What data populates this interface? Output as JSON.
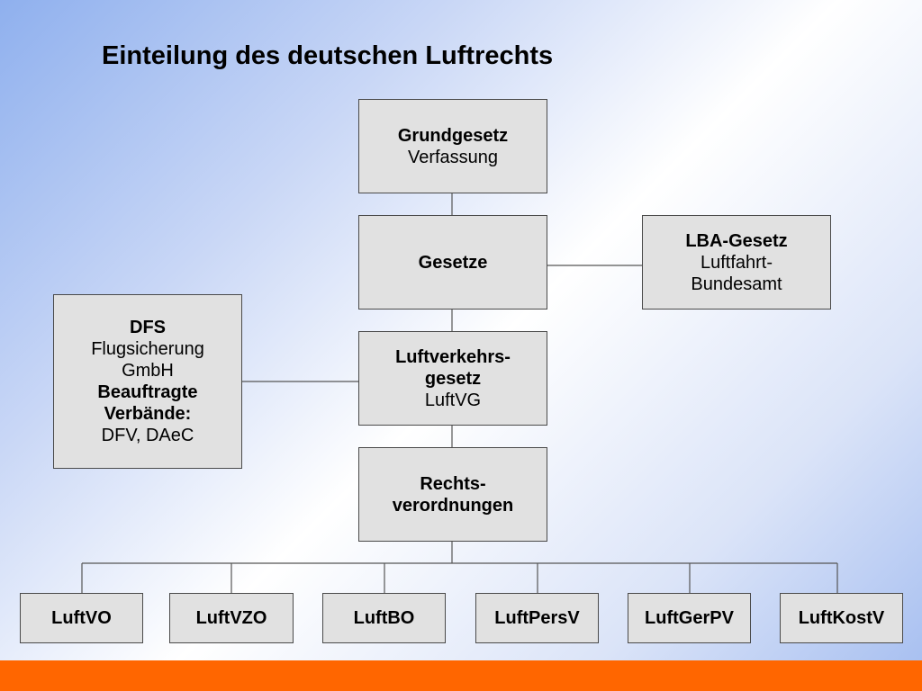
{
  "title": "Einteilung des deutschen Luftrechts",
  "colors": {
    "box_fill": "#e1e1e1",
    "box_border": "#4a4a4a",
    "connector": "#555555",
    "footer_bar": "#ff6600"
  },
  "nodes": {
    "grundgesetz": {
      "heading": "Grundgesetz",
      "text": "Verfassung"
    },
    "gesetze": {
      "heading": "Gesetze"
    },
    "lba": {
      "heading": "LBA-Gesetz",
      "line1": "Luftfahrt-",
      "line2": "Bundesamt"
    },
    "dfs": {
      "heading": "DFS",
      "line1": "Flugsicherung",
      "line2": "GmbH",
      "heading2_line1": "Beauftragte",
      "heading2_line2": "Verbände:",
      "line3": "DFV, DAeC"
    },
    "luftvg": {
      "heading_line1": "Luftverkehrs-",
      "heading_line2": "gesetz",
      "text": "LuftVG"
    },
    "rechtsverordnungen": {
      "heading_line1": "Rechts-",
      "heading_line2": "verordnungen"
    },
    "regulations": [
      "LuftVO",
      "LuftVZO",
      "LuftBO",
      "LuftPersV",
      "LuftGerPV",
      "LuftKostV"
    ]
  }
}
